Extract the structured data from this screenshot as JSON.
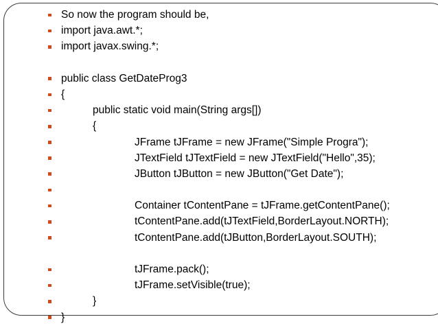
{
  "slide": {
    "shape": "rounded-rectangle",
    "border_color": "#3a3a3a",
    "background_color": "#ffffff",
    "bullet_color": "#D2491A",
    "text_color": "#000000"
  },
  "content": {
    "lines": [
      {
        "id": "line-intro",
        "text": "So now the program should be,",
        "indent": 0,
        "bullet": true,
        "gap_before": false
      },
      {
        "id": "line-import-awt",
        "text": "import java.awt.*;",
        "indent": 0,
        "bullet": true,
        "gap_before": false
      },
      {
        "id": "line-import-swing",
        "text": "import javax.swing.*;",
        "indent": 0,
        "bullet": true,
        "gap_before": false
      },
      {
        "id": "line-class-decl",
        "text": "public class GetDateProg3",
        "indent": 0,
        "bullet": true,
        "gap_before": true
      },
      {
        "id": "line-class-open",
        "text": "{",
        "indent": 0,
        "bullet": true,
        "gap_before": false
      },
      {
        "id": "line-main-decl",
        "text": "public static void main(String args[])",
        "indent": 1,
        "bullet": true,
        "gap_before": false
      },
      {
        "id": "line-main-open",
        "text": "{",
        "indent": 1,
        "bullet": true,
        "gap_before": false
      },
      {
        "id": "line-jframe",
        "text": "JFrame tJFrame = new JFrame(\"Simple Progra\");",
        "indent": 2,
        "bullet": true,
        "gap_before": false
      },
      {
        "id": "line-jtextfield",
        "text": "JTextField tJTextField = new JTextField(\"Hello\",35);",
        "indent": 2,
        "bullet": true,
        "gap_before": false
      },
      {
        "id": "line-jbutton",
        "text": "JButton tJButton = new JButton(\"Get Date\");",
        "indent": 2,
        "bullet": true,
        "gap_before": false
      },
      {
        "id": "line-blank-1",
        "text": "",
        "indent": 2,
        "bullet": true,
        "gap_before": false
      },
      {
        "id": "line-container",
        "text": "Container tContentPane = tJFrame.getContentPane();",
        "indent": 2,
        "bullet": true,
        "gap_before": false
      },
      {
        "id": "line-add-north",
        "text": "tContentPane.add(tJTextField,BorderLayout.NORTH);",
        "indent": 2,
        "bullet": true,
        "gap_before": false
      },
      {
        "id": "line-add-south",
        "text": "tContentPane.add(tJButton,BorderLayout.SOUTH);",
        "indent": 2,
        "bullet": true,
        "gap_before": false
      },
      {
        "id": "line-pack",
        "text": "tJFrame.pack();",
        "indent": 2,
        "bullet": true,
        "gap_before": true
      },
      {
        "id": "line-setvisible",
        "text": "tJFrame.setVisible(true);",
        "indent": 2,
        "bullet": true,
        "gap_before": false
      },
      {
        "id": "line-main-close",
        "text": "}",
        "indent": 1,
        "bullet": true,
        "gap_before": false
      },
      {
        "id": "line-class-close",
        "text": "}",
        "indent": 0,
        "bullet": true,
        "gap_before": false
      }
    ]
  }
}
